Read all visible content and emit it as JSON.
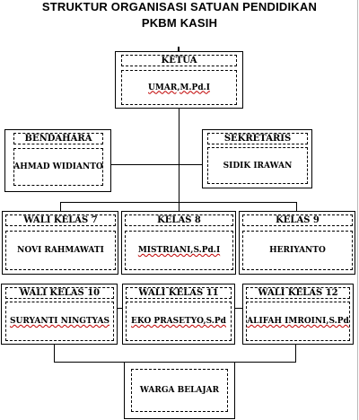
{
  "title_line1": "STRUKTUR ORGANISASI SATUAN PENDIDIKAN",
  "title_line2": "PKBM KASIH",
  "boxes": {
    "ketua": {
      "role": "KETUA",
      "name": "UMAR,M.Pd.I"
    },
    "bendahara": {
      "role": "BENDAHARA",
      "name": "AHMAD WIDIANTO"
    },
    "sekretaris": {
      "role": "SEKRETARIS",
      "name": "SIDIK IRAWAN"
    },
    "wk7": {
      "role": "WALI KELAS 7",
      "name": "NOVI RAHMAWATI"
    },
    "k8": {
      "role": "KELAS 8",
      "name": "MISTRIANI,S.Pd.I"
    },
    "k9": {
      "role": "KELAS 9",
      "name": "HERIYANTO"
    },
    "wk10": {
      "role": "WALI KELAS 10",
      "name": "SURYANTI NINGTYAS"
    },
    "wk11": {
      "role": "WALI KELAS 11",
      "name": "EKO PRASETYO,S.Pd"
    },
    "wk12": {
      "role": "WALI KELAS 12",
      "name": "ALIFAH IMROINI,S.Pd"
    },
    "warga": {
      "name": "WARGA BELAJAR"
    }
  }
}
